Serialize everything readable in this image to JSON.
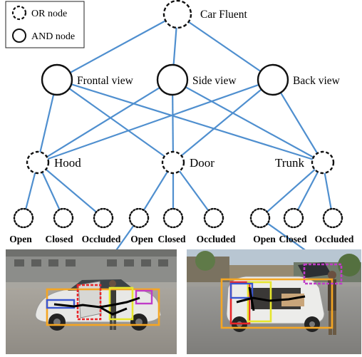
{
  "legend": {
    "or_label": "OR node",
    "and_label": "AND node"
  },
  "nodes": {
    "root": "Car Fluent",
    "views": [
      "Frontal view",
      "Side view",
      "Back view"
    ],
    "parts": [
      "Hood",
      "Door",
      "Trunk"
    ],
    "leaves": [
      "Open",
      "Closed",
      "Occluded",
      "Open",
      "Closed",
      "Occluded",
      "Open",
      "Closed",
      "Occluded"
    ]
  },
  "colors": {
    "edge": "#4f8fcf",
    "node_stroke": "#1a1a1a",
    "box_orange": "#f5a623",
    "box_red": "#e8262a",
    "box_yellow": "#e6e62e",
    "box_blue": "#3a56d0",
    "box_magenta": "#c03cc8",
    "pose_line": "#000000"
  },
  "photos": [
    {
      "scene": "left-car-door-open"
    },
    {
      "scene": "right-car-trunk-open"
    }
  ]
}
